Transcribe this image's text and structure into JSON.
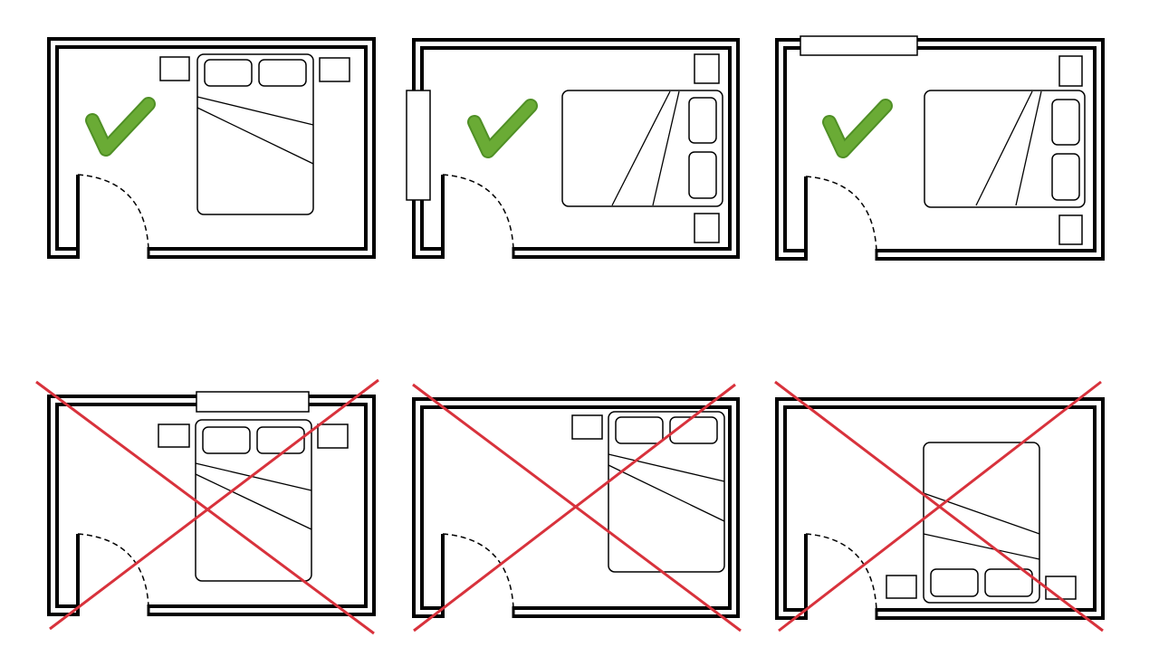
{
  "colors": {
    "wall": "#000000",
    "check": "#6aab35",
    "check_dark": "#4f8f25",
    "cross": "#d8323c",
    "background": "#ffffff"
  },
  "panels": [
    {
      "id": "bed-centered-facing-door-diagonal",
      "verdict": "correct",
      "mark_icon": "checkmark-icon",
      "window": "none"
    },
    {
      "id": "bed-against-right-wall-window-left",
      "verdict": "correct",
      "mark_icon": "checkmark-icon",
      "window": "left-wall"
    },
    {
      "id": "bed-against-right-wall-window-top",
      "verdict": "correct",
      "mark_icon": "checkmark-icon",
      "window": "top-wall"
    },
    {
      "id": "bed-under-window",
      "verdict": "incorrect",
      "mark_icon": "cross-icon",
      "window": "top-wall"
    },
    {
      "id": "bed-in-corner",
      "verdict": "incorrect",
      "mark_icon": "cross-icon",
      "window": "none"
    },
    {
      "id": "bed-headboard-facing-door-wall",
      "verdict": "incorrect",
      "mark_icon": "cross-icon",
      "window": "none"
    }
  ]
}
